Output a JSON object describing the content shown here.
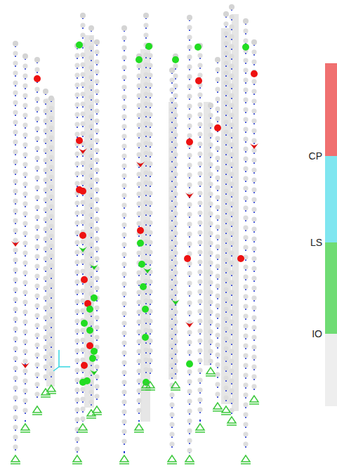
{
  "diagram": {
    "labels": [
      "CP",
      "LS",
      "IO"
    ]
  }
}
